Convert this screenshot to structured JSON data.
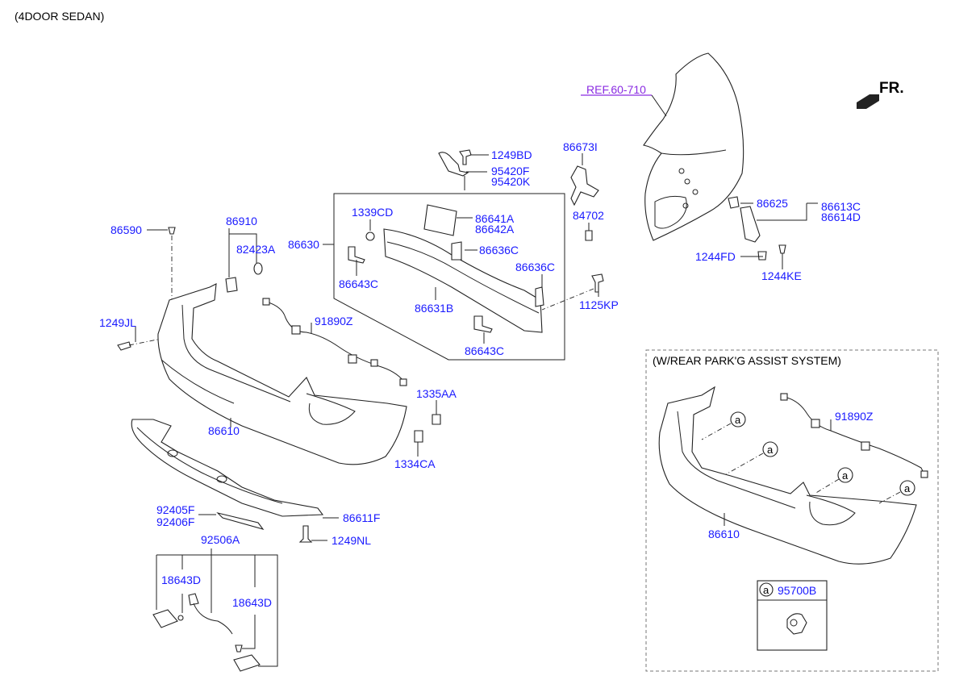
{
  "header": {
    "variant": "(4DOOR SEDAN)"
  },
  "reference": {
    "label": "REF.60-710"
  },
  "front_arrow": {
    "label": "FR."
  },
  "parts": {
    "p86590": "86590",
    "p86910": "86910",
    "p82423A": "82423A",
    "p86630": "86630",
    "p1339CD": "1339CD",
    "p86641A": "86641A",
    "p86642A": "86642A",
    "p86636C_1": "86636C",
    "p86636C_2": "86636C",
    "p86643C_1": "86643C",
    "p86643C_2": "86643C",
    "p86631B": "86631B",
    "p1249BD": "1249BD",
    "p95420F": "95420F",
    "p95420K": "95420K",
    "p86673I": "86673I",
    "p84702": "84702",
    "p1125KP": "1125KP",
    "p86625": "86625",
    "p86613C": "86613C",
    "p86614D": "86614D",
    "p1244FD": "1244FD",
    "p1244KE": "1244KE",
    "p1249JL": "1249JL",
    "p91890Z": "91890Z",
    "p1335AA": "1335AA",
    "p1334CA": "1334CA",
    "p86610": "86610",
    "p92405F": "92405F",
    "p92406F": "92406F",
    "p86611F": "86611F",
    "p1249NL": "1249NL",
    "p92506A": "92506A",
    "p18643D_1": "18643D",
    "p18643D_2": "18643D"
  },
  "inset": {
    "title": "(W/REAR PARK'G ASSIST SYSTEM)",
    "p91890Z": "91890Z",
    "p86610": "86610",
    "marker": "a",
    "legend_marker": "a",
    "legend_part": "95700B"
  }
}
